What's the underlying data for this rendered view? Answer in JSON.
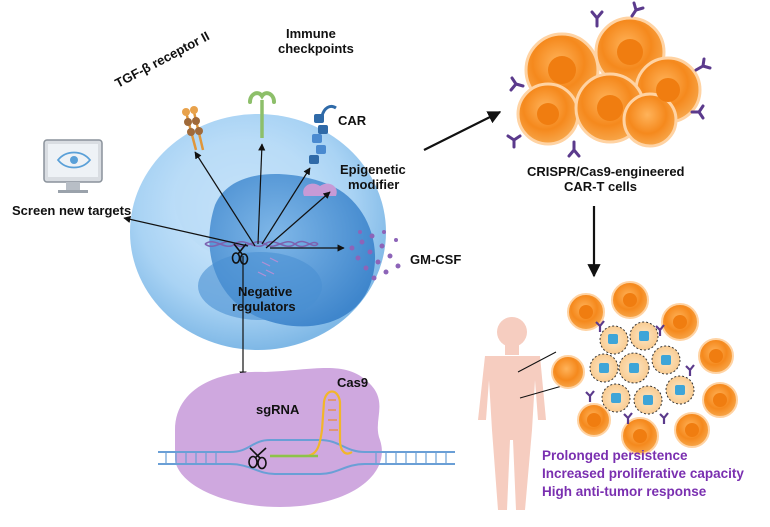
{
  "labels": {
    "tgf_receptor": "TGF-β receptor II",
    "immune_checkpoints_1": "Immune",
    "immune_checkpoints_2": "checkpoints",
    "car": "CAR",
    "epigenetic_1": "Epigenetic",
    "epigenetic_2": "modifier",
    "screen_targets": "Screen new targets",
    "gm_csf": "GM-CSF",
    "negative_1": "Negative",
    "negative_2": "regulators",
    "cas9": "Cas9",
    "sgrna": "sgRNA",
    "crispr_1": "CRISPR/Cas9-engineered",
    "crispr_2": "CAR-T cells"
  },
  "outcomes": [
    "Prolonged persistence",
    "Increased proliferative capacity",
    "High anti-tumor response"
  ],
  "colors": {
    "cell_light": "#c9e4f8",
    "cell_mid": "#8cc3ee",
    "nucleus": "#5a9fdc",
    "cas9": "#c9a6dc",
    "tcell_orange": "#f28a1c",
    "tcell_pale": "#fbd7a8",
    "receptor_purple": "#5b3a8c",
    "outcome_text": "#7a2fb0",
    "body_skin": "#f6cdc0"
  },
  "icons": [
    "monitor-eye-icon",
    "scissors-icon"
  ]
}
